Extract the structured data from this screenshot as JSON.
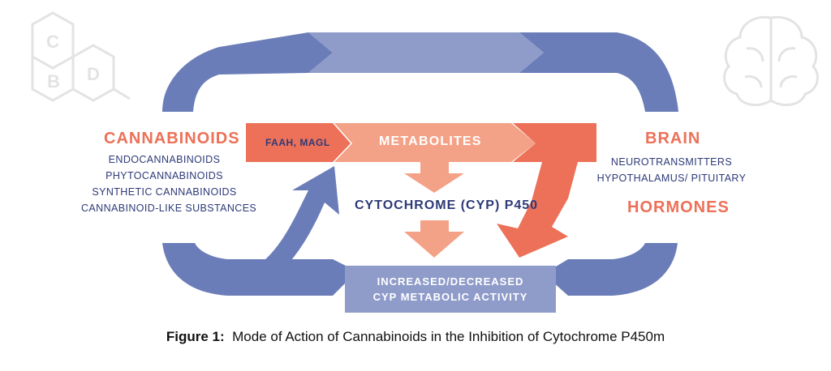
{
  "left": {
    "heading": "CANNABINOIDS",
    "items": [
      "ENDOCANNABINOIDS",
      "PHYTOCANNABINOIDS",
      "SYNTHETIC CANNABINOIDS",
      "CANNABINOID-LIKE SUBSTANCES"
    ]
  },
  "right": {
    "heading": "BRAIN",
    "items": [
      "NEUROTRANSMITTERS",
      "HYPOTHALAMUS/ PITUITARY"
    ],
    "heading2": "HORMONES"
  },
  "center": {
    "enzyme_label": "FAAH, MAGL",
    "metabolites_label": "METABOLITES",
    "cyp_label": "CYTOCHROME (CYP) P450",
    "activity_line1": "INCREASED/DECREASED",
    "activity_line2": "CYP METABOLIC ACTIVITY"
  },
  "logo": {
    "letters": [
      "C",
      "B",
      "D"
    ]
  },
  "caption": {
    "prefix": "Figure 1:",
    "text": "Mode of Action of Cannabinoids in the Inhibition of Cytochrome P450m"
  },
  "colors": {
    "blue_dark": "#6a7db8",
    "blue_light": "#8f9cca",
    "orange_dark": "#ec7158",
    "orange_light": "#f4a287",
    "navy_text": "#2e3a78",
    "icon_gray": "#e3e3e3"
  }
}
